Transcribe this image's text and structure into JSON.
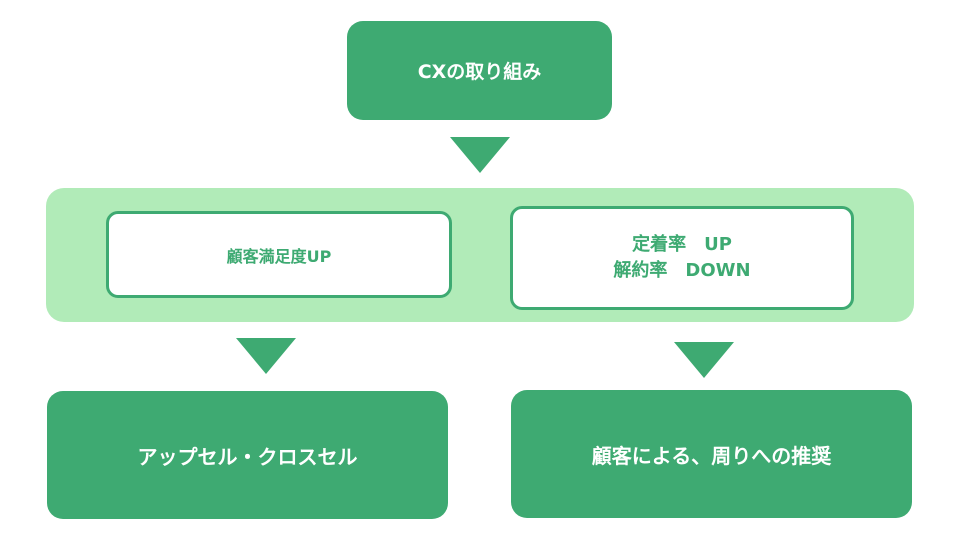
{
  "diagram": {
    "top": {
      "label": "CXの取り組み"
    },
    "middle": {
      "left": {
        "label": "顧客満足度UP"
      },
      "right": {
        "lines": [
          "定着率　UP",
          "解約率　DOWN"
        ]
      }
    },
    "bottom": {
      "left": {
        "label": "アップセル・クロスセル"
      },
      "right": {
        "label": "顧客による、周りへの推奨"
      }
    }
  },
  "colors": {
    "dark_green": "#3eaa72",
    "light_green": "#b1ebb8",
    "white": "#ffffff"
  }
}
